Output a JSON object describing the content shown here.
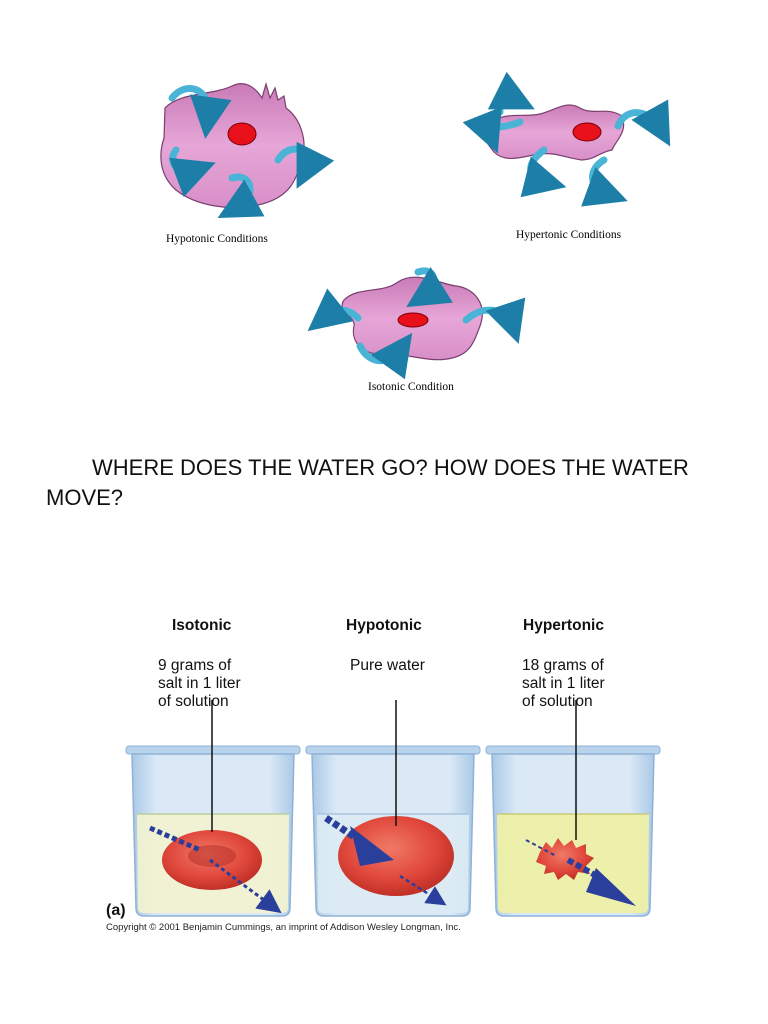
{
  "cells": {
    "hypotonic_caption": "Hypotonic Conditions",
    "hypertonic_caption": "Hypertonic Conditions",
    "isotonic_caption": "Isotonic Condition"
  },
  "question": "WHERE DOES THE WATER GO? HOW DOES THE WATER MOVE?",
  "beakers": [
    {
      "heading": "Isotonic",
      "description": "9 grams of\nsalt in 1 liter\nof solution"
    },
    {
      "heading": "Hypotonic",
      "description": "Pure water"
    },
    {
      "heading": "Hypertonic",
      "description": "18 grams of\nsalt in 1 liter\nof solution"
    }
  ],
  "figure_label": "(a)",
  "copyright": "Copyright © 2001 Benjamin Cummings, an imprint of Addison Wesley Longman, Inc.",
  "colors": {
    "cell_fill": "#d98fc6",
    "nucleus": "#e8101a",
    "arrow": "#49b4d6",
    "blood_cell": "#e0473b",
    "beaker_glass": "#c9def0",
    "isotonic_liquid": "#f3f3cf",
    "hypotonic_liquid": "#dcebf3",
    "hypertonic_liquid": "#eef0a6",
    "flow_arrow": "#2a3f9c"
  }
}
